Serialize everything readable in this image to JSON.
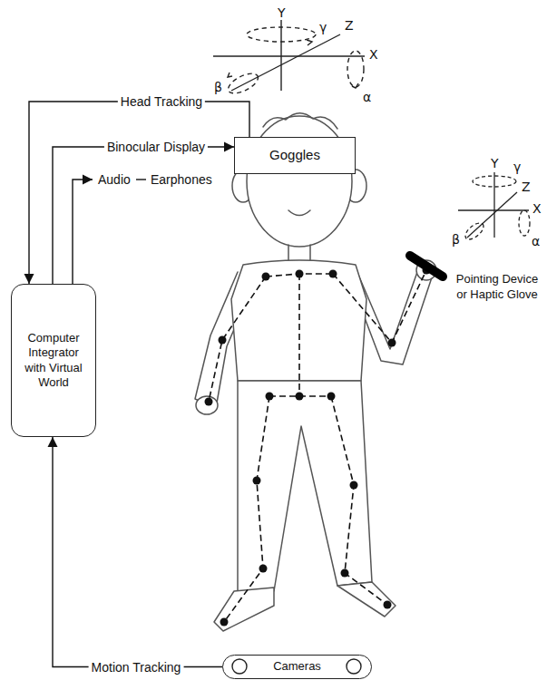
{
  "diagram": {
    "nodes": [
      {
        "text": [
          "Computer Integrator with Virtual World"
        ]
      },
      {
        "text": [
          "Goggles"
        ]
      },
      {
        "text": [
          "Cameras"
        ]
      }
    ],
    "edges": [
      {
        "from": 1,
        "to": 0,
        "arrow": "to",
        "label": "Head Tracking"
      },
      {
        "from": 0,
        "to": 1,
        "arrow": "to",
        "label": "Binocular Display"
      },
      {
        "from": 2,
        "to": 0,
        "arrow": "to",
        "label": "Motion Tracking"
      }
    ],
    "labels": [
      "Y",
      "γ",
      "Z",
      "β",
      "X",
      "α",
      "Audio",
      "Earphones",
      "Y",
      "γ",
      "Z",
      "β",
      "X",
      "α",
      "Pointing Device or Haptic Glove"
    ]
  }
}
